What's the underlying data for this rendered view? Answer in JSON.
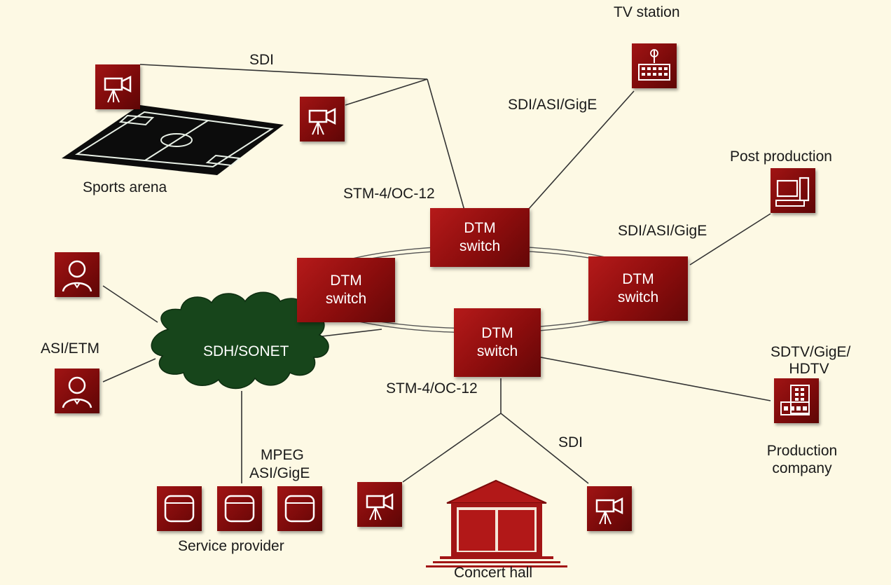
{
  "colors": {
    "background": "#fdf9e4",
    "node_red": "#8c0d0d",
    "cloud_green": "#17451b",
    "line": "#333333"
  },
  "labels": {
    "sdi_top": "SDI",
    "tv_station": "TV station",
    "sdi_asi_gige_top": "SDI/ASI/GigE",
    "post_production": "Post production",
    "sports_arena": "Sports arena",
    "stm_top": "STM-4/OC-12",
    "sdi_asi_gige_right": "SDI/ASI/GigE",
    "asi_etm": "ASI/ETM",
    "sdtv_gige_hdtv_1": "SDTV/GigE/",
    "sdtv_gige_hdtv_2": "HDTV",
    "stm_bottom": "STM-4/OC-12",
    "sdi_bottom": "SDI",
    "mpeg": "MPEG",
    "asi_gige": "ASI/GigE",
    "production_company_1": "Production",
    "production_company_2": "company",
    "service_provider": "Service provider",
    "concert_hall": "Concert hall"
  },
  "switches": [
    {
      "line1": "DTM",
      "line2": "switch"
    },
    {
      "line1": "DTM",
      "line2": "switch"
    },
    {
      "line1": "DTM",
      "line2": "switch"
    },
    {
      "line1": "DTM",
      "line2": "switch"
    }
  ],
  "cloud": {
    "label": "SDH/SONET"
  },
  "icons": {
    "camera": "video-camera-icon",
    "user": "user-icon",
    "database": "database-icon",
    "tv_station": "tv-station-icon",
    "computer": "computer-icon",
    "building": "building-icon",
    "stadium": "stadium-icon",
    "concert_hall": "concert-hall-icon"
  }
}
